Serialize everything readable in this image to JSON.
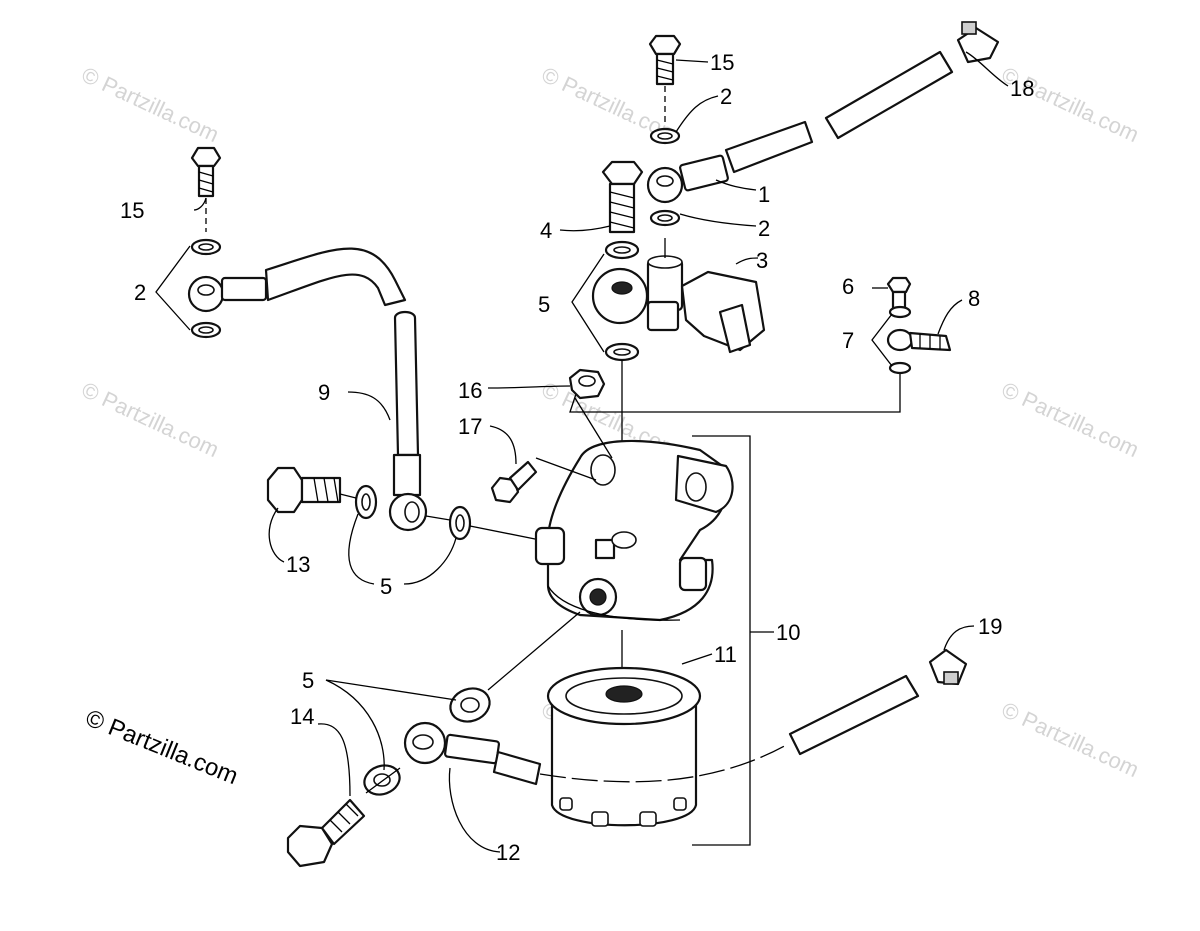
{
  "watermark": "© Partzilla.com",
  "copyright": "© Partzilla.com",
  "callouts": {
    "c1": "1",
    "c2a": "2",
    "c2b": "2",
    "c2c": "2",
    "c3": "3",
    "c4": "4",
    "c5a": "5",
    "c5b": "5",
    "c5c": "5",
    "c6": "6",
    "c7": "7",
    "c8": "8",
    "c9": "9",
    "c10": "10",
    "c11": "11",
    "c12": "12",
    "c13": "13",
    "c14": "14",
    "c15a": "15",
    "c15b": "15",
    "c16": "16",
    "c17": "17",
    "c18": "18",
    "c19": "19"
  }
}
